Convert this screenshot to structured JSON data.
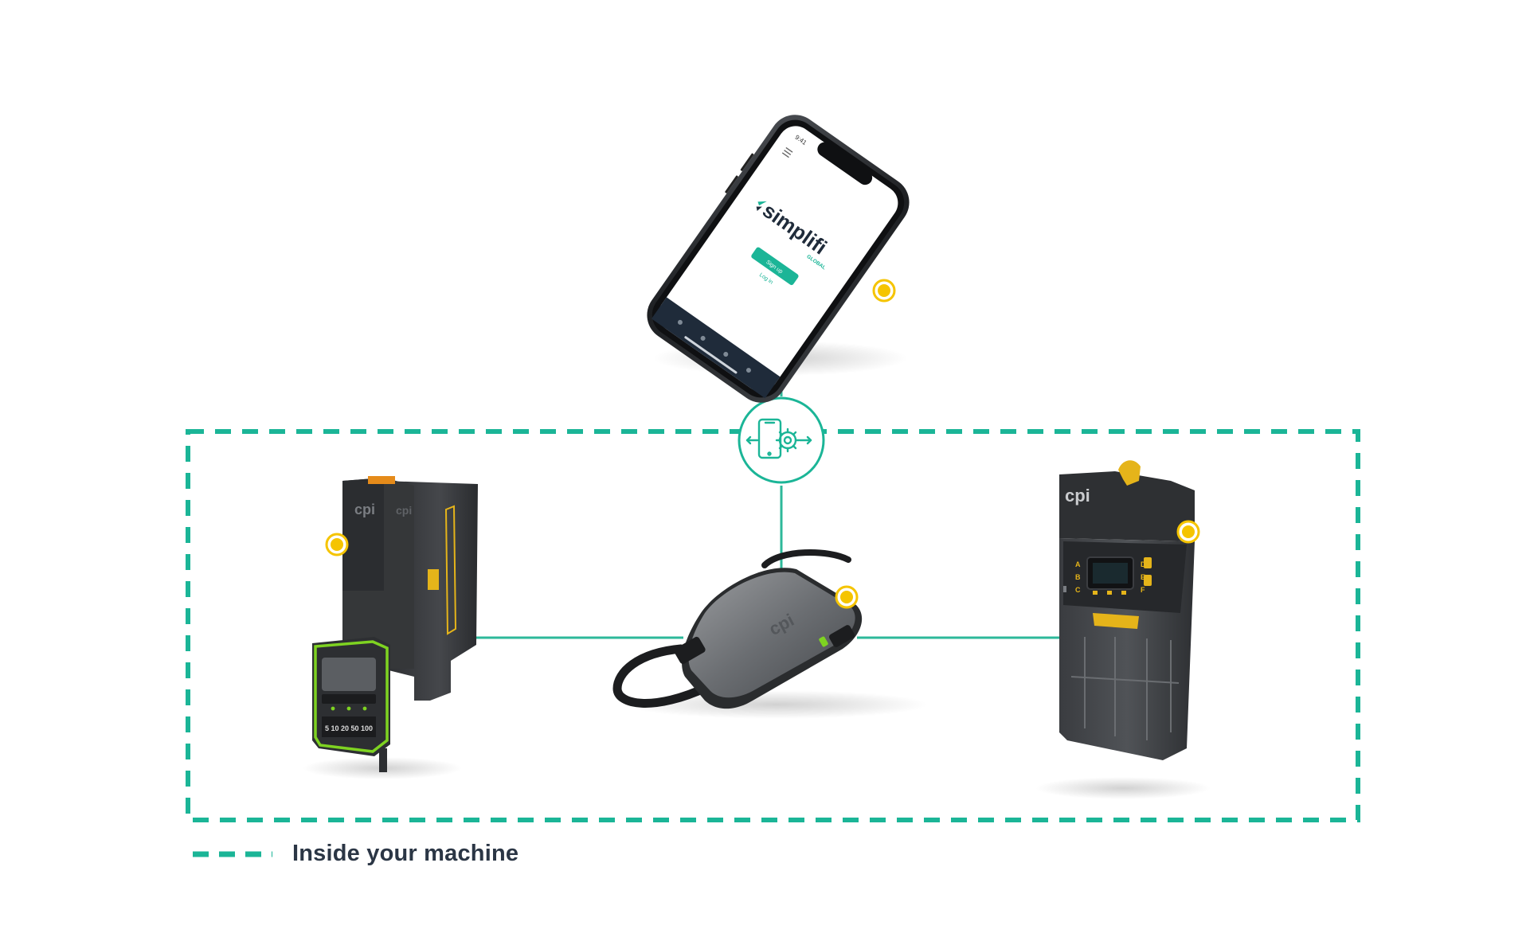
{
  "legend": {
    "label": "Inside your machine",
    "line_style": "dashed",
    "color": "#1bb597"
  },
  "colors": {
    "accent": "#1bb597",
    "connector": "#2db89a",
    "marker": "#f5c400",
    "product_body": "#3a3c3f",
    "bezel_highlight": "#7ed321",
    "text": "#2b3645"
  },
  "phone": {
    "app_logo": "simplifi",
    "app_tagline": "GLOBAL",
    "primary_button": "Sign up",
    "secondary_link": "Log in",
    "status_time": "9:41"
  },
  "hub": {
    "icon": "phone-settings-sync-icon"
  },
  "devices": [
    {
      "name": "bill-validator",
      "brand": "cpi",
      "denominations": "5 10 20 50 100"
    },
    {
      "name": "connectivity-adapter",
      "brand": "cpi"
    },
    {
      "name": "coin-changer",
      "brand": "cpi",
      "keys": [
        "A",
        "B",
        "C",
        "D",
        "E",
        "F"
      ]
    }
  ]
}
